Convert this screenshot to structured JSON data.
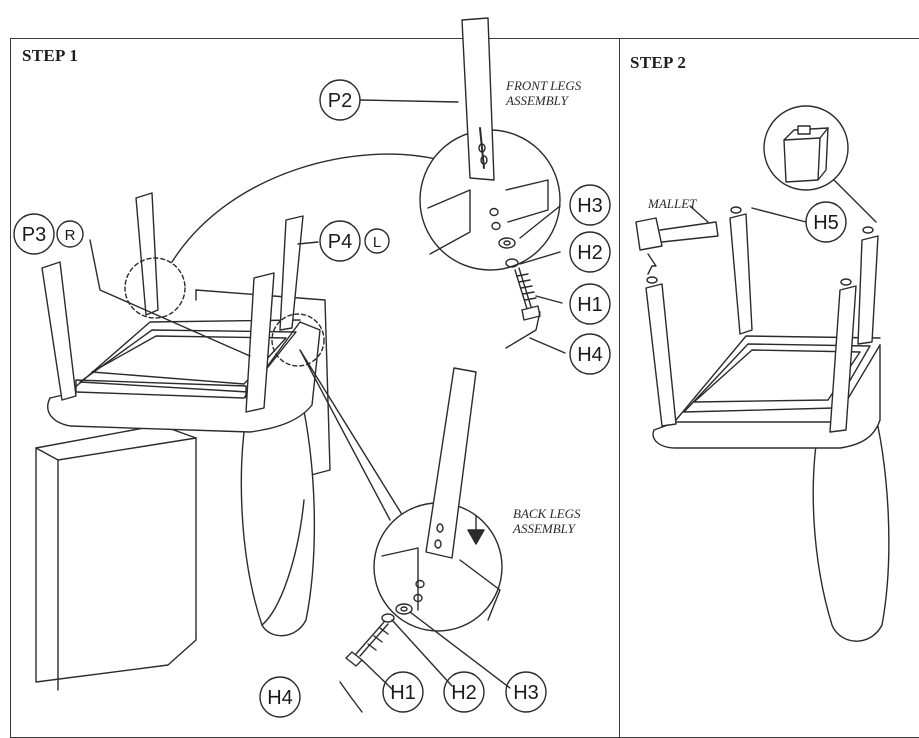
{
  "steps": [
    {
      "title": "STEP 1"
    },
    {
      "title": "STEP 2"
    }
  ],
  "assemblies": {
    "front_legs": [
      "FRONT LEGS",
      "ASSEMBLY"
    ],
    "back_legs": [
      "BACK LEGS",
      "ASSEMBLY"
    ],
    "mallet": "MALLET"
  },
  "parts": {
    "p2": "P2",
    "p3": "P3",
    "p3_side": "R",
    "p4": "P4",
    "p4_side": "L"
  },
  "hardware": {
    "h1": "H1",
    "h2": "H2",
    "h3": "H3",
    "h4": "H4",
    "h5": "H5"
  },
  "colors": {
    "line": "#2b2b2b",
    "paper": "#ffffff"
  }
}
